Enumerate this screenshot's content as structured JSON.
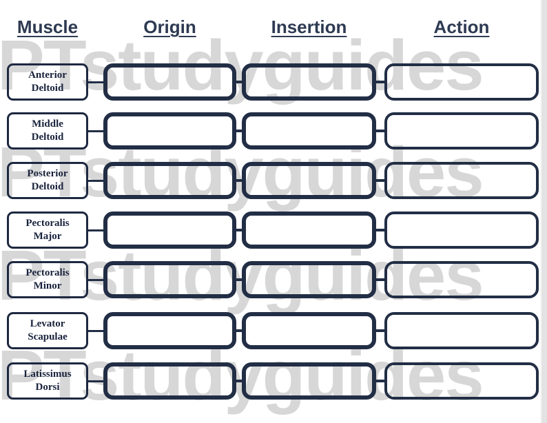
{
  "watermark": {
    "text": "PTstudyguides",
    "color": "#d7d7d7"
  },
  "colors": {
    "box_border": "#222e45",
    "muscle_box_border": "#1d2840",
    "header_text": "#2e3a52",
    "muscle_text": "#18223c",
    "page_background": "#ffffff"
  },
  "headers": {
    "muscle": "Muscle",
    "origin": "Origin",
    "insertion": "Insertion",
    "action": "Action"
  },
  "rows": [
    {
      "muscle": "Anterior Deltoid",
      "origin": "",
      "insertion": "",
      "action": ""
    },
    {
      "muscle": "Middle Deltoid",
      "origin": "",
      "insertion": "",
      "action": ""
    },
    {
      "muscle": "Posterior Deltoid",
      "origin": "",
      "insertion": "",
      "action": ""
    },
    {
      "muscle": "Pectoralis Major",
      "origin": "",
      "insertion": "",
      "action": ""
    },
    {
      "muscle": "Pectoralis Minor",
      "origin": "",
      "insertion": "",
      "action": ""
    },
    {
      "muscle": "Levator Scapulae",
      "origin": "",
      "insertion": "",
      "action": ""
    },
    {
      "muscle": "Latissimus Dorsi",
      "origin": "",
      "insertion": "",
      "action": ""
    }
  ]
}
